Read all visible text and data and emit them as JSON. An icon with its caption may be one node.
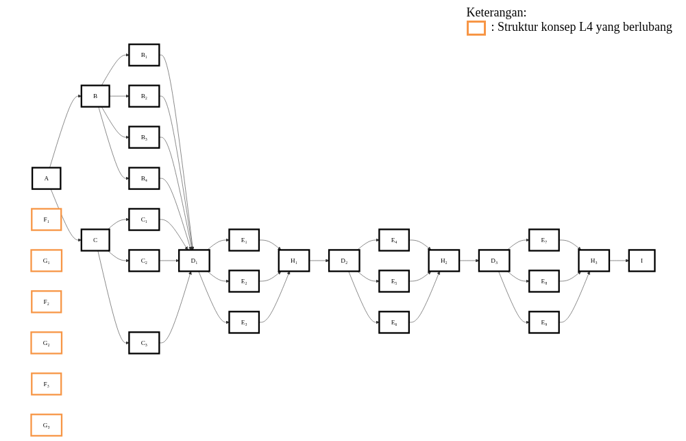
{
  "diagram": {
    "nodes": [
      {
        "text": [
          "A"
        ]
      },
      {
        "text": [
          "B"
        ]
      },
      {
        "text": [
          "C"
        ]
      },
      {
        "text": [
          "B₁"
        ]
      },
      {
        "text": [
          "B₂"
        ]
      },
      {
        "text": [
          "B₃"
        ]
      },
      {
        "text": [
          "B₄"
        ]
      },
      {
        "text": [
          "C₁"
        ]
      },
      {
        "text": [
          "C₂"
        ]
      },
      {
        "text": [
          "C₃"
        ]
      },
      {
        "text": [
          "D₁"
        ]
      },
      {
        "text": [
          "E₁"
        ]
      },
      {
        "text": [
          "E₂"
        ]
      },
      {
        "text": [
          "E₃"
        ]
      },
      {
        "text": [
          "F₁"
        ]
      },
      {
        "text": [
          "G₁"
        ]
      },
      {
        "text": [
          "H₁"
        ]
      },
      {
        "text": [
          "D₂"
        ]
      },
      {
        "text": [
          "E₄"
        ]
      },
      {
        "text": [
          "E₅"
        ]
      },
      {
        "text": [
          "E₆"
        ]
      },
      {
        "text": [
          "F₂"
        ]
      },
      {
        "text": [
          "G₂"
        ]
      },
      {
        "text": [
          "H₂"
        ]
      },
      {
        "text": [
          "D₃"
        ]
      },
      {
        "text": [
          "E₇"
        ]
      },
      {
        "text": [
          "E₈"
        ]
      },
      {
        "text": [
          "E₉"
        ]
      },
      {
        "text": [
          "F₃"
        ]
      },
      {
        "text": [
          "G₃"
        ]
      },
      {
        "text": [
          "H₃"
        ]
      },
      {
        "text": [
          "I"
        ]
      }
    ],
    "edges": [
      {
        "from": 0,
        "to": 1,
        "arrow": "to"
      },
      {
        "from": 0,
        "to": 2,
        "arrow": "to"
      },
      {
        "from": 1,
        "to": 3,
        "arrow": "to"
      },
      {
        "from": 1,
        "to": 4,
        "arrow": "to"
      },
      {
        "from": 1,
        "to": 5,
        "arrow": "to"
      },
      {
        "from": 1,
        "to": 6,
        "arrow": "to"
      },
      {
        "from": 2,
        "to": 7,
        "arrow": "to"
      },
      {
        "from": 2,
        "to": 8,
        "arrow": "to"
      },
      {
        "from": 2,
        "to": 9,
        "arrow": "to"
      },
      {
        "from": 3,
        "to": 10,
        "arrow": "to"
      },
      {
        "from": 4,
        "to": 10,
        "arrow": "to"
      },
      {
        "from": 5,
        "to": 10,
        "arrow": "to"
      },
      {
        "from": 6,
        "to": 10,
        "arrow": "to"
      },
      {
        "from": 7,
        "to": 10,
        "arrow": "to"
      },
      {
        "from": 8,
        "to": 10,
        "arrow": "to"
      },
      {
        "from": 9,
        "to": 10,
        "arrow": "to"
      },
      {
        "from": 10,
        "to": 11,
        "arrow": "to"
      },
      {
        "from": 10,
        "to": 12,
        "arrow": "to"
      },
      {
        "from": 10,
        "to": 13,
        "arrow": "to"
      },
      {
        "from": 11,
        "to": 16,
        "arrow": "to"
      },
      {
        "from": 12,
        "to": 16,
        "arrow": "to"
      },
      {
        "from": 13,
        "to": 16,
        "arrow": "to"
      },
      {
        "from": 16,
        "to": 17,
        "arrow": "to"
      },
      {
        "from": 17,
        "to": 18,
        "arrow": "to"
      },
      {
        "from": 17,
        "to": 19,
        "arrow": "to"
      },
      {
        "from": 17,
        "to": 20,
        "arrow": "to"
      },
      {
        "from": 18,
        "to": 23,
        "arrow": "to"
      },
      {
        "from": 19,
        "to": 23,
        "arrow": "to"
      },
      {
        "from": 20,
        "to": 23,
        "arrow": "to"
      },
      {
        "from": 23,
        "to": 24,
        "arrow": "to"
      },
      {
        "from": 24,
        "to": 25,
        "arrow": "to"
      },
      {
        "from": 24,
        "to": 26,
        "arrow": "to"
      },
      {
        "from": 24,
        "to": 27,
        "arrow": "to"
      },
      {
        "from": 25,
        "to": 30,
        "arrow": "to"
      },
      {
        "from": 26,
        "to": 30,
        "arrow": "to"
      },
      {
        "from": 27,
        "to": 30,
        "arrow": "to"
      },
      {
        "from": 30,
        "to": 31,
        "arrow": "to"
      }
    ],
    "labels": [
      "Keterangan:"
    ],
    "legend": [
      {
        "text": ": Struktur konsep L4 yang berlubang"
      }
    ]
  }
}
